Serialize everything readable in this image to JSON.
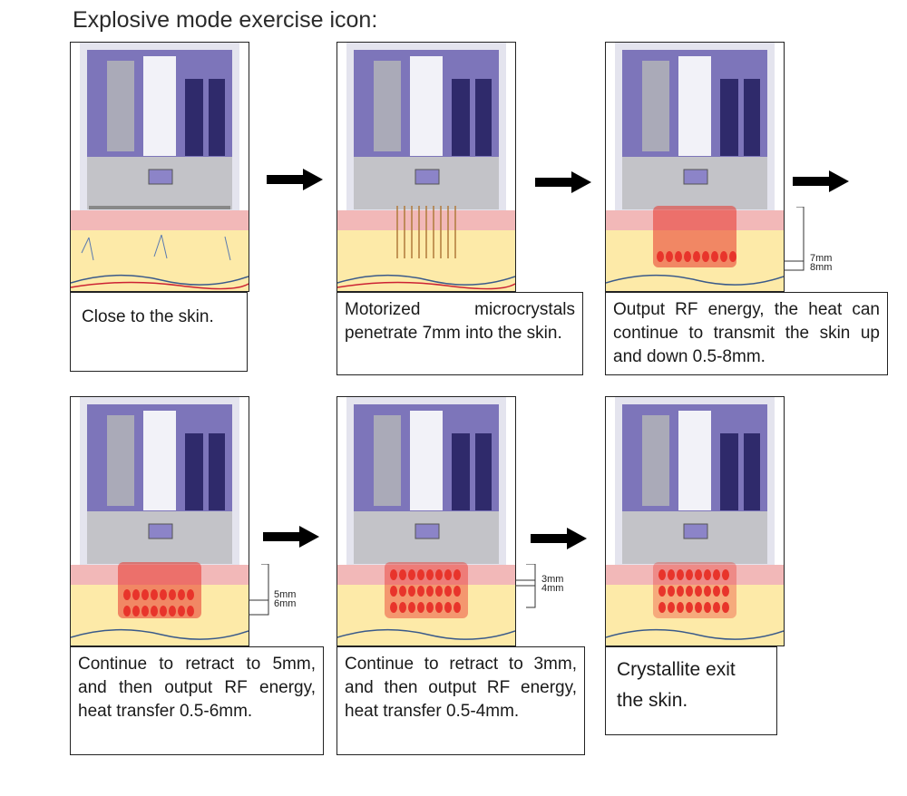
{
  "title": "Explosive mode exercise icon:",
  "steps": [
    {
      "caption": "Close to the skin.",
      "needle_state": "retracted"
    },
    {
      "caption": "Motorized microcrystals penetrate 7mm into the skin.",
      "needle_state": "penetrating"
    },
    {
      "caption": "Output RF energy, the heat can continue to transmit the skin up and down 0.5-8mm.",
      "needle_state": "rf-7mm",
      "depth_labels": [
        "7mm",
        "8mm"
      ]
    },
    {
      "caption": "Continue to retract to 5mm, and then output RF energy, heat transfer 0.5-6mm.",
      "needle_state": "rf-5mm",
      "depth_labels": [
        "5mm",
        "6mm"
      ]
    },
    {
      "caption": "Continue to retract to 3mm, and then output RF energy, heat transfer 0.5-4mm.",
      "needle_state": "rf-3mm",
      "depth_labels": [
        "3mm",
        "4mm"
      ]
    },
    {
      "caption": "Crystallite exit the skin.",
      "needle_state": "exit"
    }
  ],
  "colors": {
    "device_purple": "#5a4f9e",
    "device_gray": "#b9b9c3",
    "skin_pink": "#f2b8b8",
    "skin_yellow": "#fdeaa8",
    "rf_red": "#e8342b",
    "arrow": "#000000"
  }
}
